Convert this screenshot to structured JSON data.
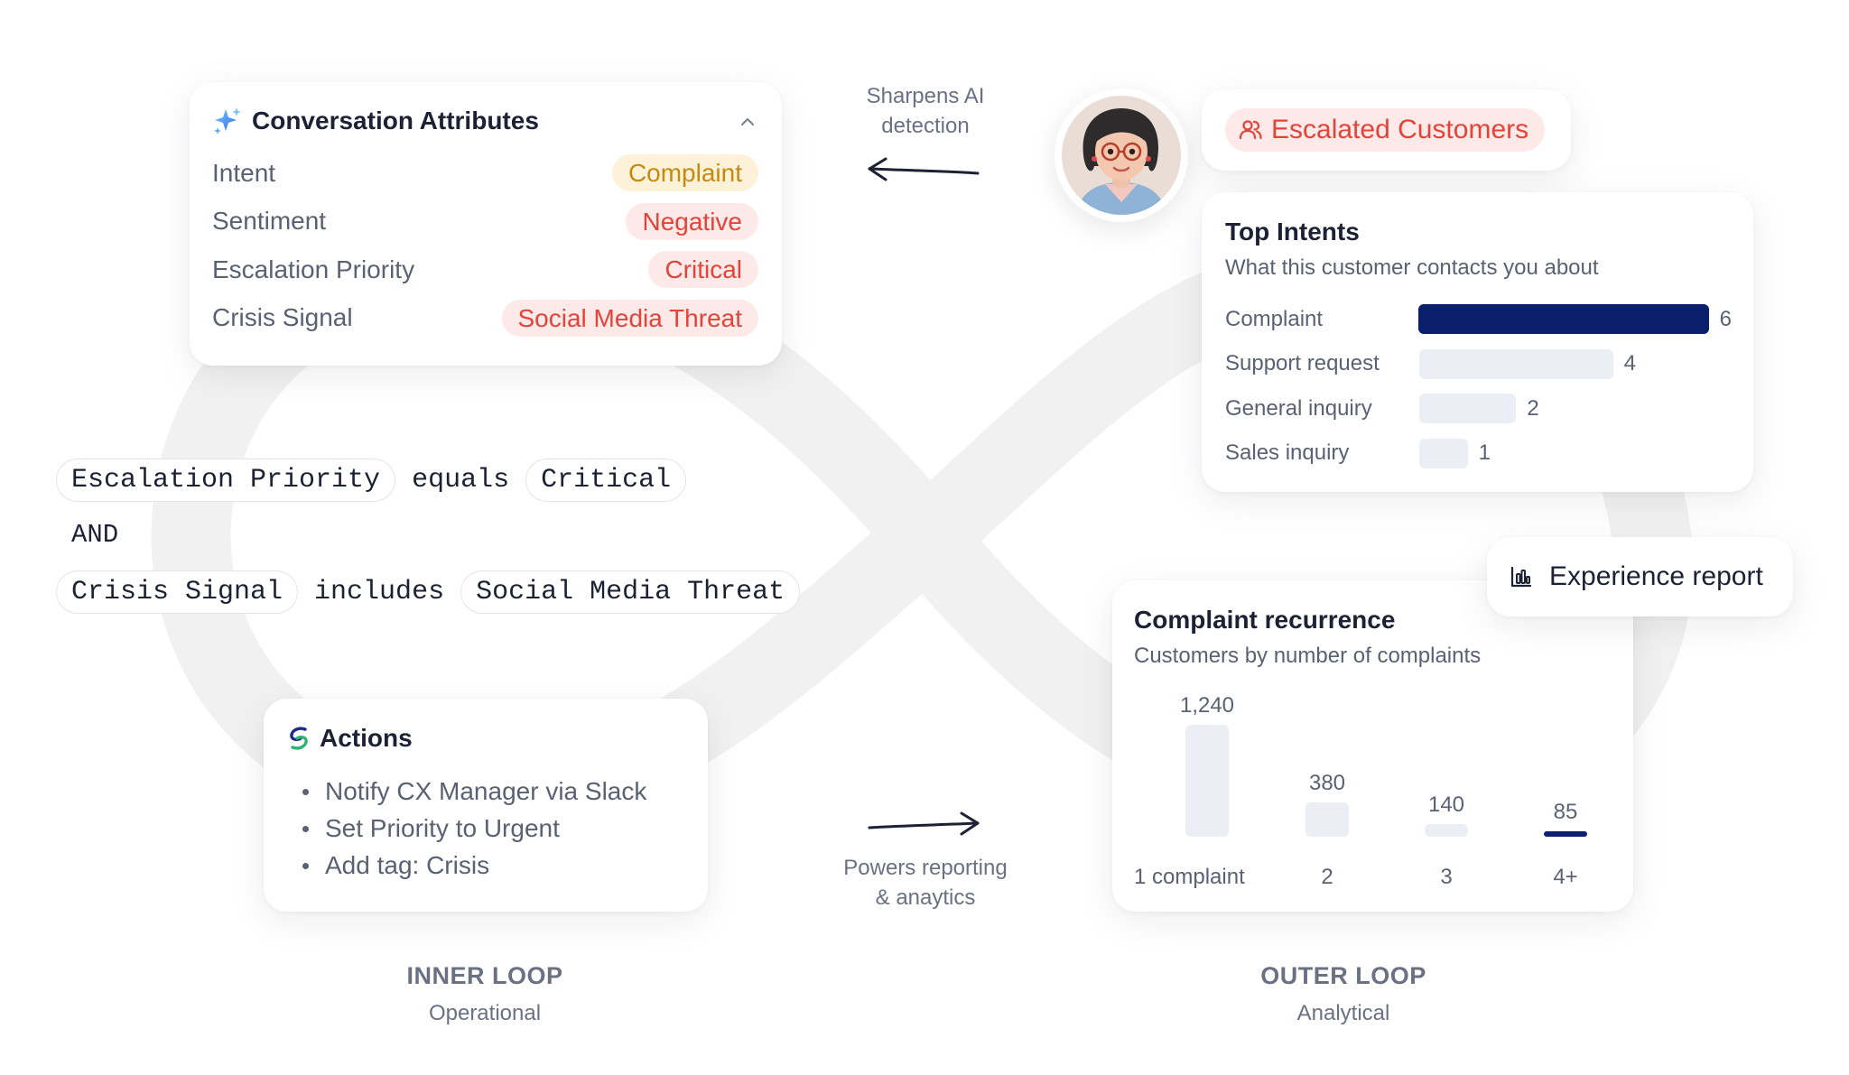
{
  "attributes": {
    "title": "Conversation Attributes",
    "rows": [
      {
        "label": "Intent",
        "value": "Complaint",
        "tone": "amber"
      },
      {
        "label": "Sentiment",
        "value": "Negative",
        "tone": "red"
      },
      {
        "label": "Escalation Priority",
        "value": "Critical",
        "tone": "red"
      },
      {
        "label": "Crisis Signal",
        "value": "Social Media Threat",
        "tone": "red"
      }
    ]
  },
  "rule": {
    "line1": {
      "field": "Escalation Priority",
      "operator": "equals",
      "value": "Critical"
    },
    "connector": "AND",
    "line2": {
      "field": "Crisis Signal",
      "operator": "includes",
      "value": "Social Media Threat"
    }
  },
  "actions": {
    "title": "Actions",
    "items": [
      "Notify CX Manager via Slack",
      "Set Priority to Urgent",
      "Add tag: Crisis"
    ]
  },
  "inner_loop": {
    "title": "INNER LOOP",
    "subtitle": "Operational"
  },
  "outer_loop": {
    "title": "OUTER LOOP",
    "subtitle": "Analytical"
  },
  "arrows": {
    "top_caption_1": "Sharpens AI",
    "top_caption_2": "detection",
    "bottom_caption_1": "Powers reporting",
    "bottom_caption_2": "& anaytics"
  },
  "segment": {
    "label": "Escalated Customers"
  },
  "experience_report": {
    "label": "Experience report"
  },
  "colors": {
    "navy": "#0c1e6e",
    "bar_light": "#eceef6",
    "red": "#e2443a",
    "amber": "#c78a0c",
    "loop": "#f1f1f1"
  },
  "chart_data": [
    {
      "type": "bar",
      "orientation": "horizontal",
      "title": "Top Intents",
      "subtitle": "What this customer contacts you about",
      "categories": [
        "Complaint",
        "Support request",
        "General inquiry",
        "Sales inquiry"
      ],
      "values": [
        6,
        4,
        2,
        1
      ],
      "highlight_index": 0
    },
    {
      "type": "bar",
      "title": "Complaint recurrence",
      "subtitle": "Customers by number of complaints",
      "categories": [
        "1 complaint",
        "2",
        "3",
        "4+"
      ],
      "values": [
        1240,
        380,
        140,
        85
      ],
      "value_labels": [
        "1,240",
        "380",
        "140",
        "85"
      ],
      "highlight_index": 3
    }
  ]
}
